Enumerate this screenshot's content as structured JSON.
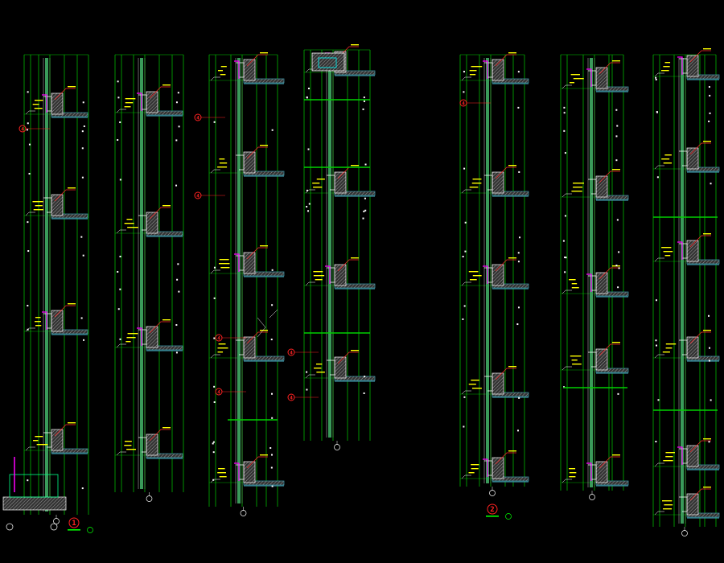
{
  "canvas": {
    "background": "#000000"
  },
  "colors": {
    "grid": "#00d000",
    "wall_outline": "#ffffff",
    "hatch": "#9a9a9a",
    "slab_fill": "#3a8a9a",
    "glass": "#3a9a5a",
    "leader": "#ff2a2a",
    "text": "#ffff00",
    "accent": "#ff00ff",
    "axis_bubble": "#ffffff"
  },
  "title_marks": [
    {
      "id": "section-1-mark",
      "number": "1"
    },
    {
      "id": "section-2-mark",
      "number": "2"
    }
  ],
  "detail_marks": [
    {
      "id": "detail-mark-a",
      "number": "4"
    },
    {
      "id": "detail-mark-b",
      "number": "4"
    },
    {
      "id": "detail-mark-c",
      "number": "4"
    },
    {
      "id": "detail-mark-d",
      "number": "4"
    },
    {
      "id": "detail-mark-e",
      "number": "4"
    },
    {
      "id": "detail-mark-f",
      "number": "4"
    },
    {
      "id": "detail-mark-g",
      "number": "4"
    },
    {
      "id": "detail-mark-h",
      "number": "4"
    }
  ]
}
